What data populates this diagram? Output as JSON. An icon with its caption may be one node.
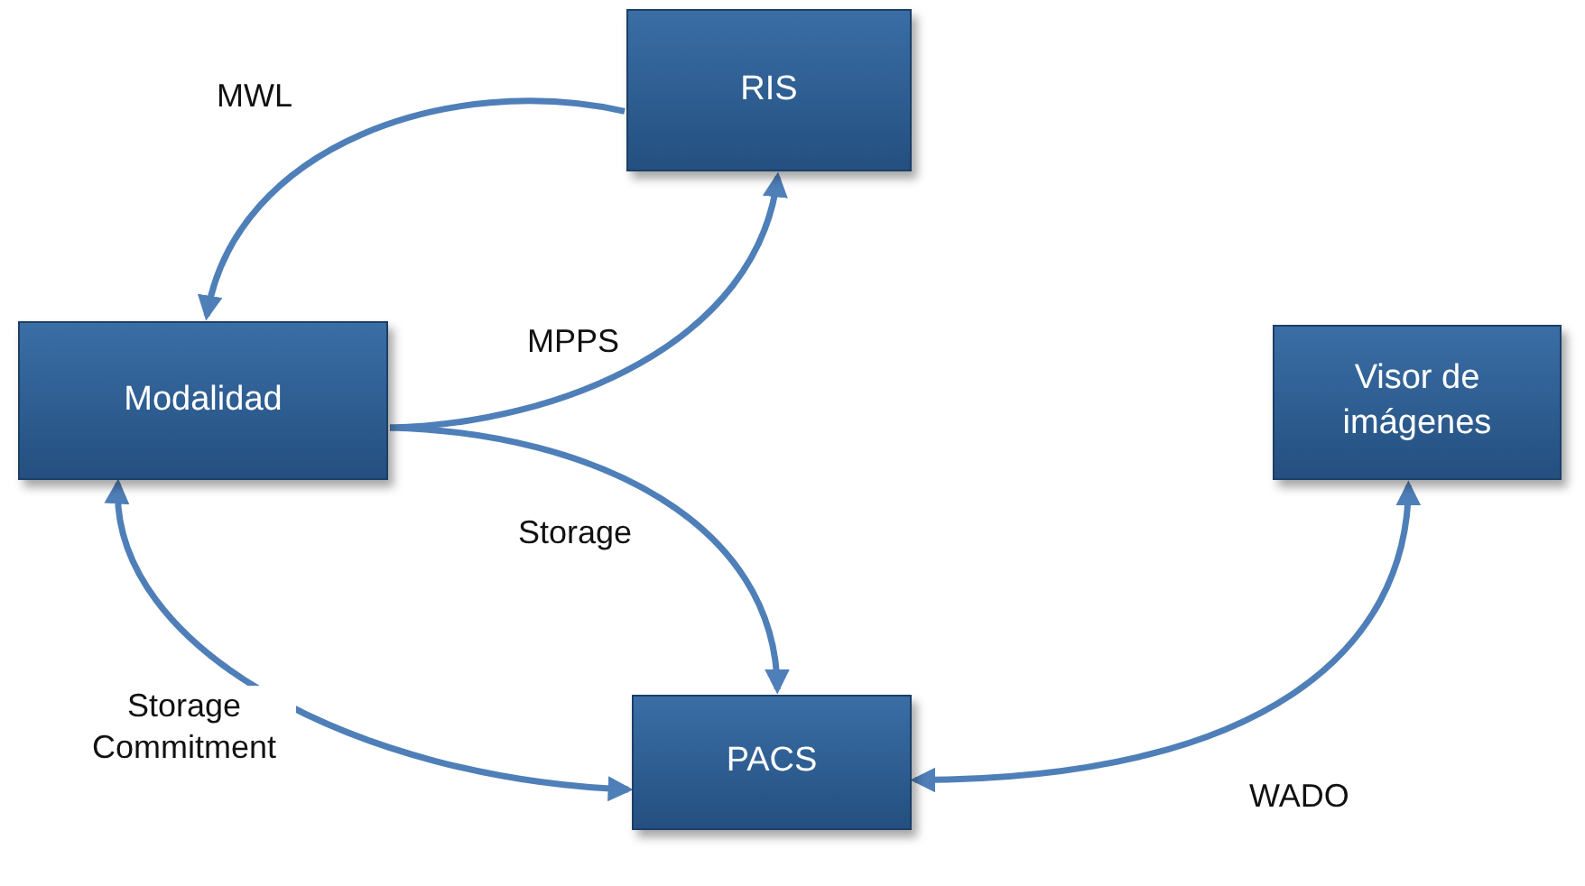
{
  "diagram": {
    "nodes": [
      {
        "text": [
          "RIS"
        ]
      },
      {
        "text": [
          "Modalidad"
        ]
      },
      {
        "text": [
          "Visor de imágenes"
        ]
      },
      {
        "text": [
          "PACS"
        ]
      }
    ],
    "edges": [
      {
        "from": 0,
        "to": 1,
        "arrow": "to",
        "label": "MWL"
      },
      {
        "from": 1,
        "to": 0,
        "arrow": "to",
        "label": "MPPS"
      },
      {
        "from": 1,
        "to": 3,
        "arrow": "to",
        "label": "Storage"
      },
      {
        "from": 1,
        "to": 3,
        "arrow": "both",
        "label": "Storage Commitment"
      },
      {
        "from": 3,
        "to": 2,
        "arrow": "both",
        "label": "WADO"
      }
    ]
  }
}
